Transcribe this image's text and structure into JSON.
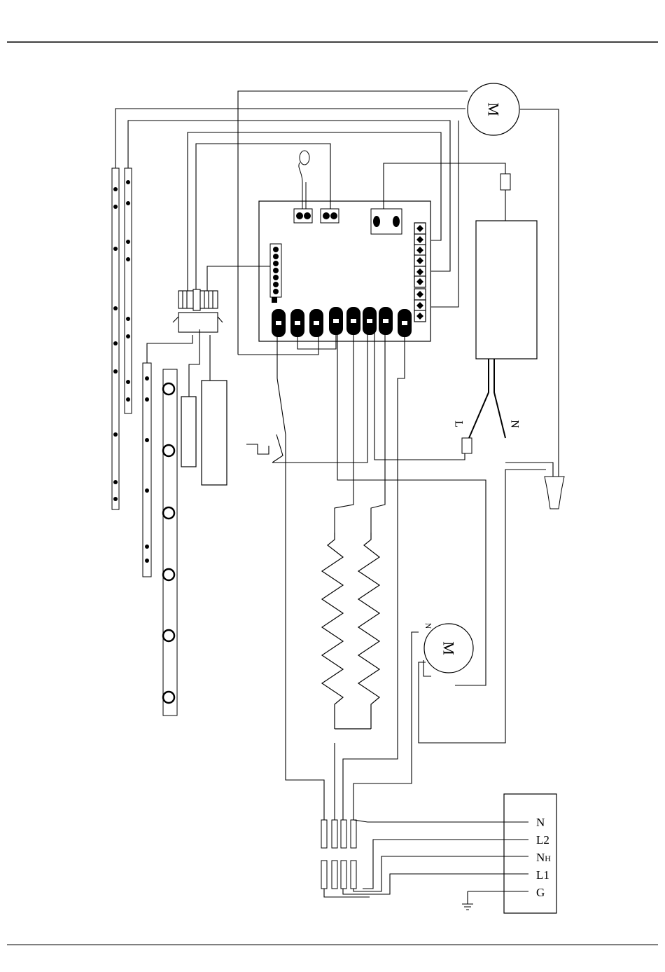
{
  "motor_top": {
    "label": "M"
  },
  "motor_bottom": {
    "label": "M",
    "terminal_label": "N"
  },
  "power_supply": {
    "l_label": "L",
    "n_label": "N"
  },
  "terminal_block": {
    "labels": [
      "N",
      "L2",
      "N",
      "L1",
      "G"
    ],
    "nh_subscript": "H"
  },
  "colors": {
    "line": "#000000",
    "background": "#ffffff"
  }
}
